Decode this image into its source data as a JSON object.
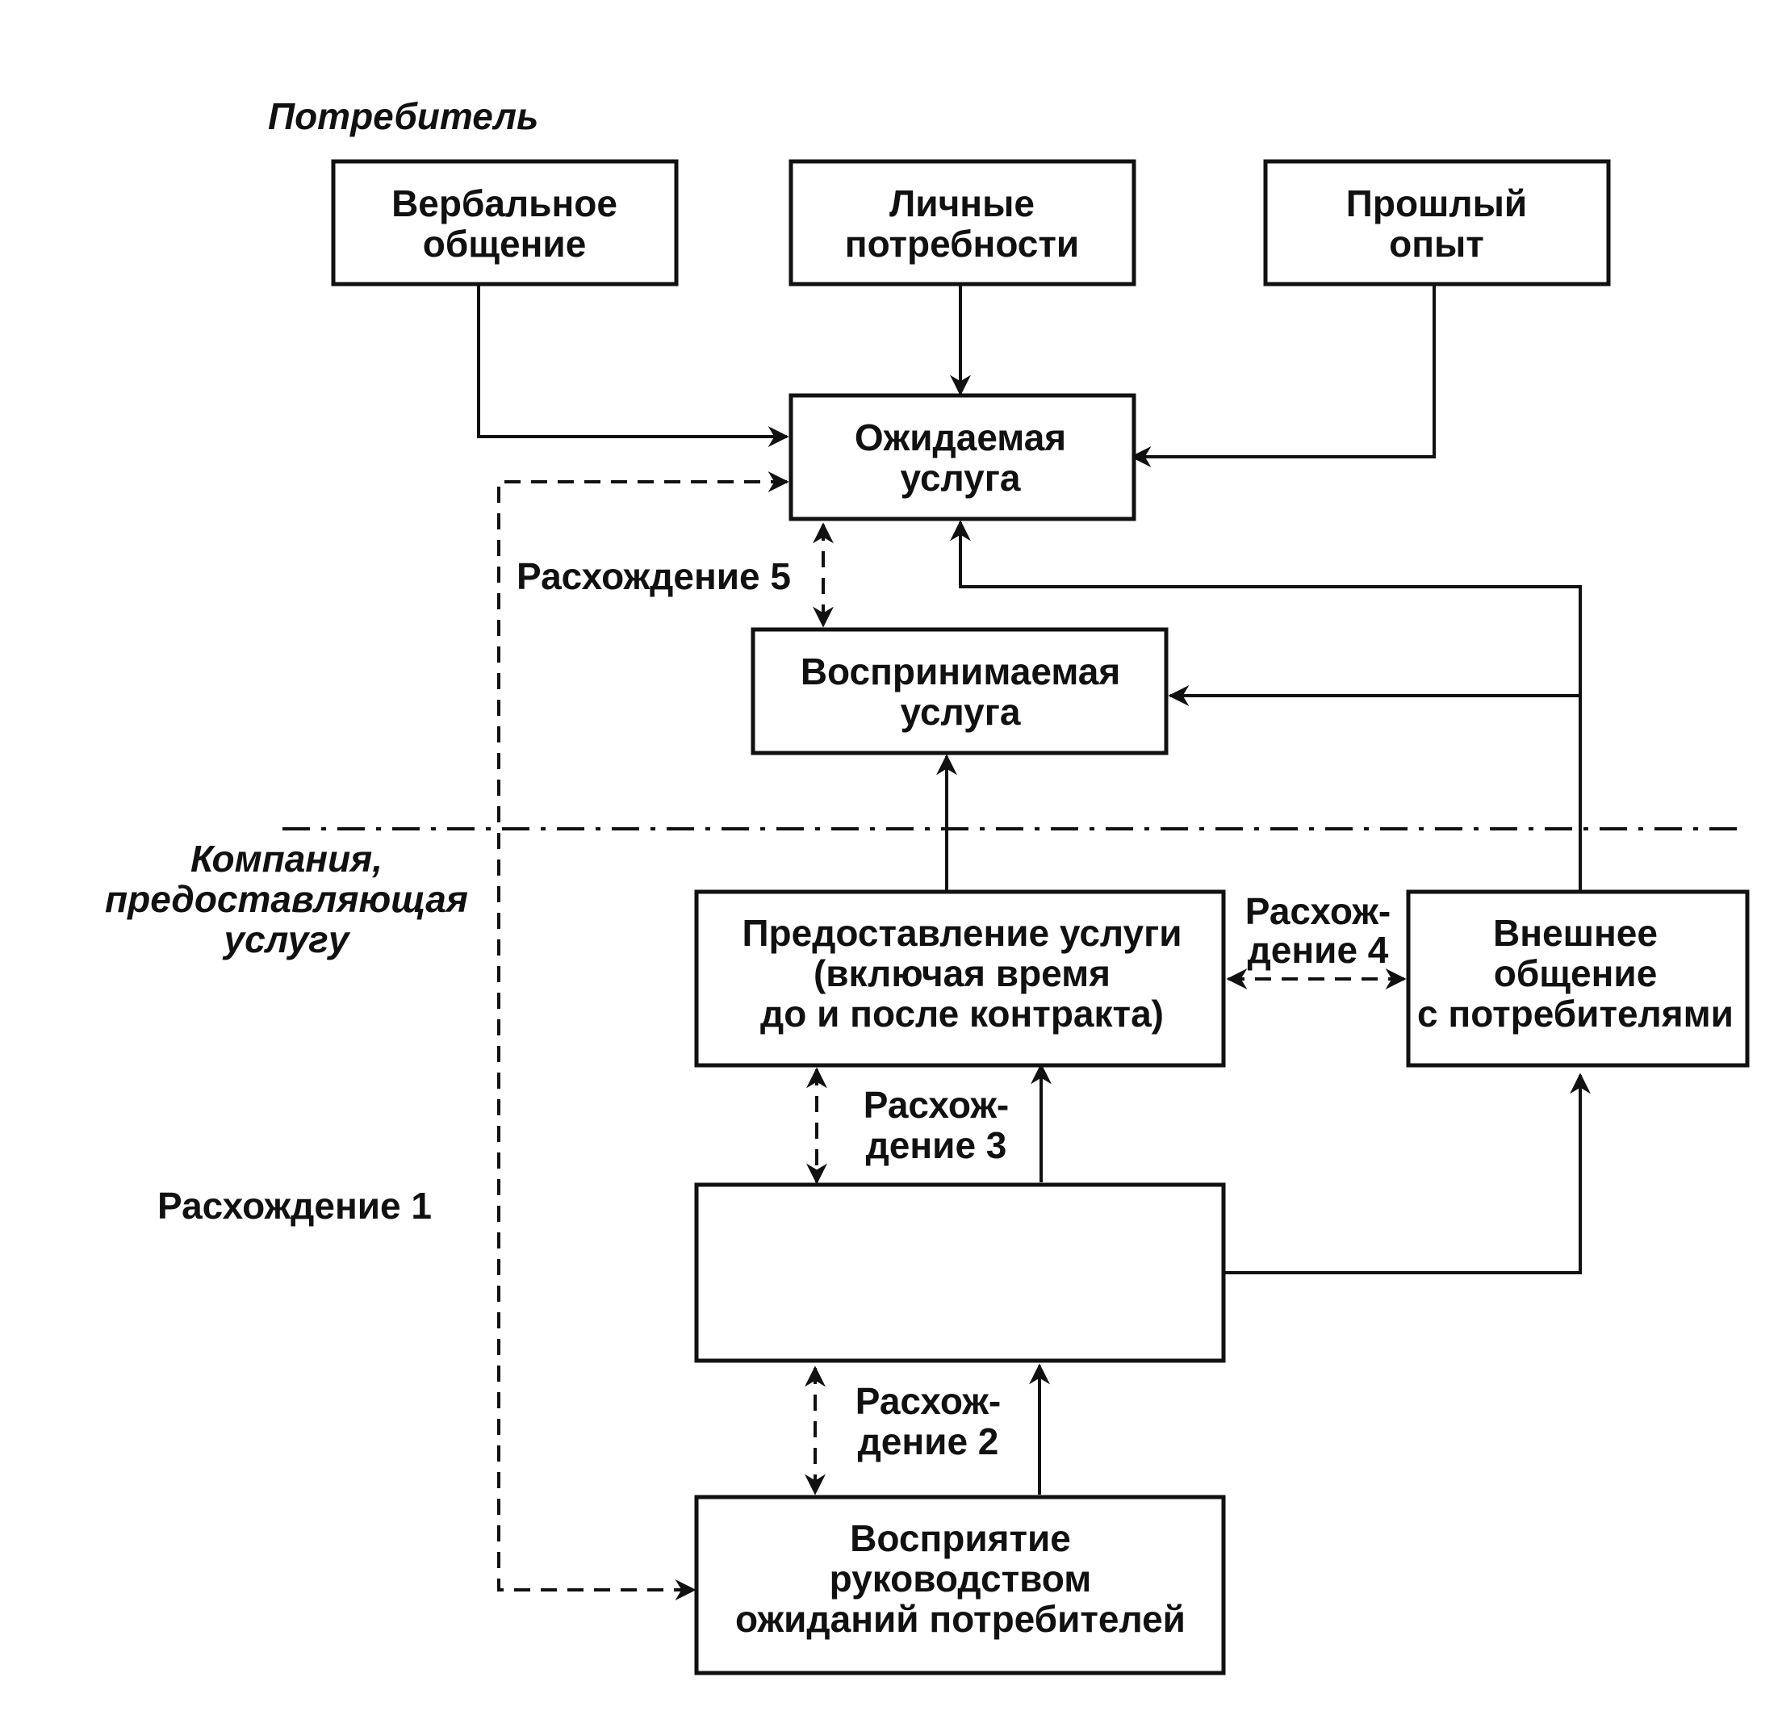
{
  "sections": {
    "consumer": "Потребитель",
    "company": [
      "Компания,",
      "предоставляющая",
      "услугу"
    ]
  },
  "boxes": {
    "verbal": [
      "Вербальное",
      "общение"
    ],
    "needs": [
      "Личные",
      "потребности"
    ],
    "experience": [
      "Прошлый",
      "опыт"
    ],
    "expected": [
      "Ожидаемая",
      "услуга"
    ],
    "perceived": [
      "Воспринимаемая",
      "услуга"
    ],
    "delivery": [
      "Предоставление услуги",
      "(включая время",
      "до и после контракта)"
    ],
    "external": [
      "Внешнее",
      "общение",
      "с потребителями"
    ],
    "specs": [],
    "management": [
      "Восприятие",
      "руководством",
      "ожиданий потребителей"
    ]
  },
  "gaps": {
    "gap1": [
      "Расхождение 1"
    ],
    "gap2": [
      "Расхож-",
      "дение 2"
    ],
    "gap3": [
      "Расхож-",
      "дение 3"
    ],
    "gap4": [
      "Расхож-",
      "дение 4"
    ],
    "gap5": [
      "Расхождение 5"
    ]
  },
  "colors": {
    "ink": "#111111",
    "background": "#ffffff"
  }
}
